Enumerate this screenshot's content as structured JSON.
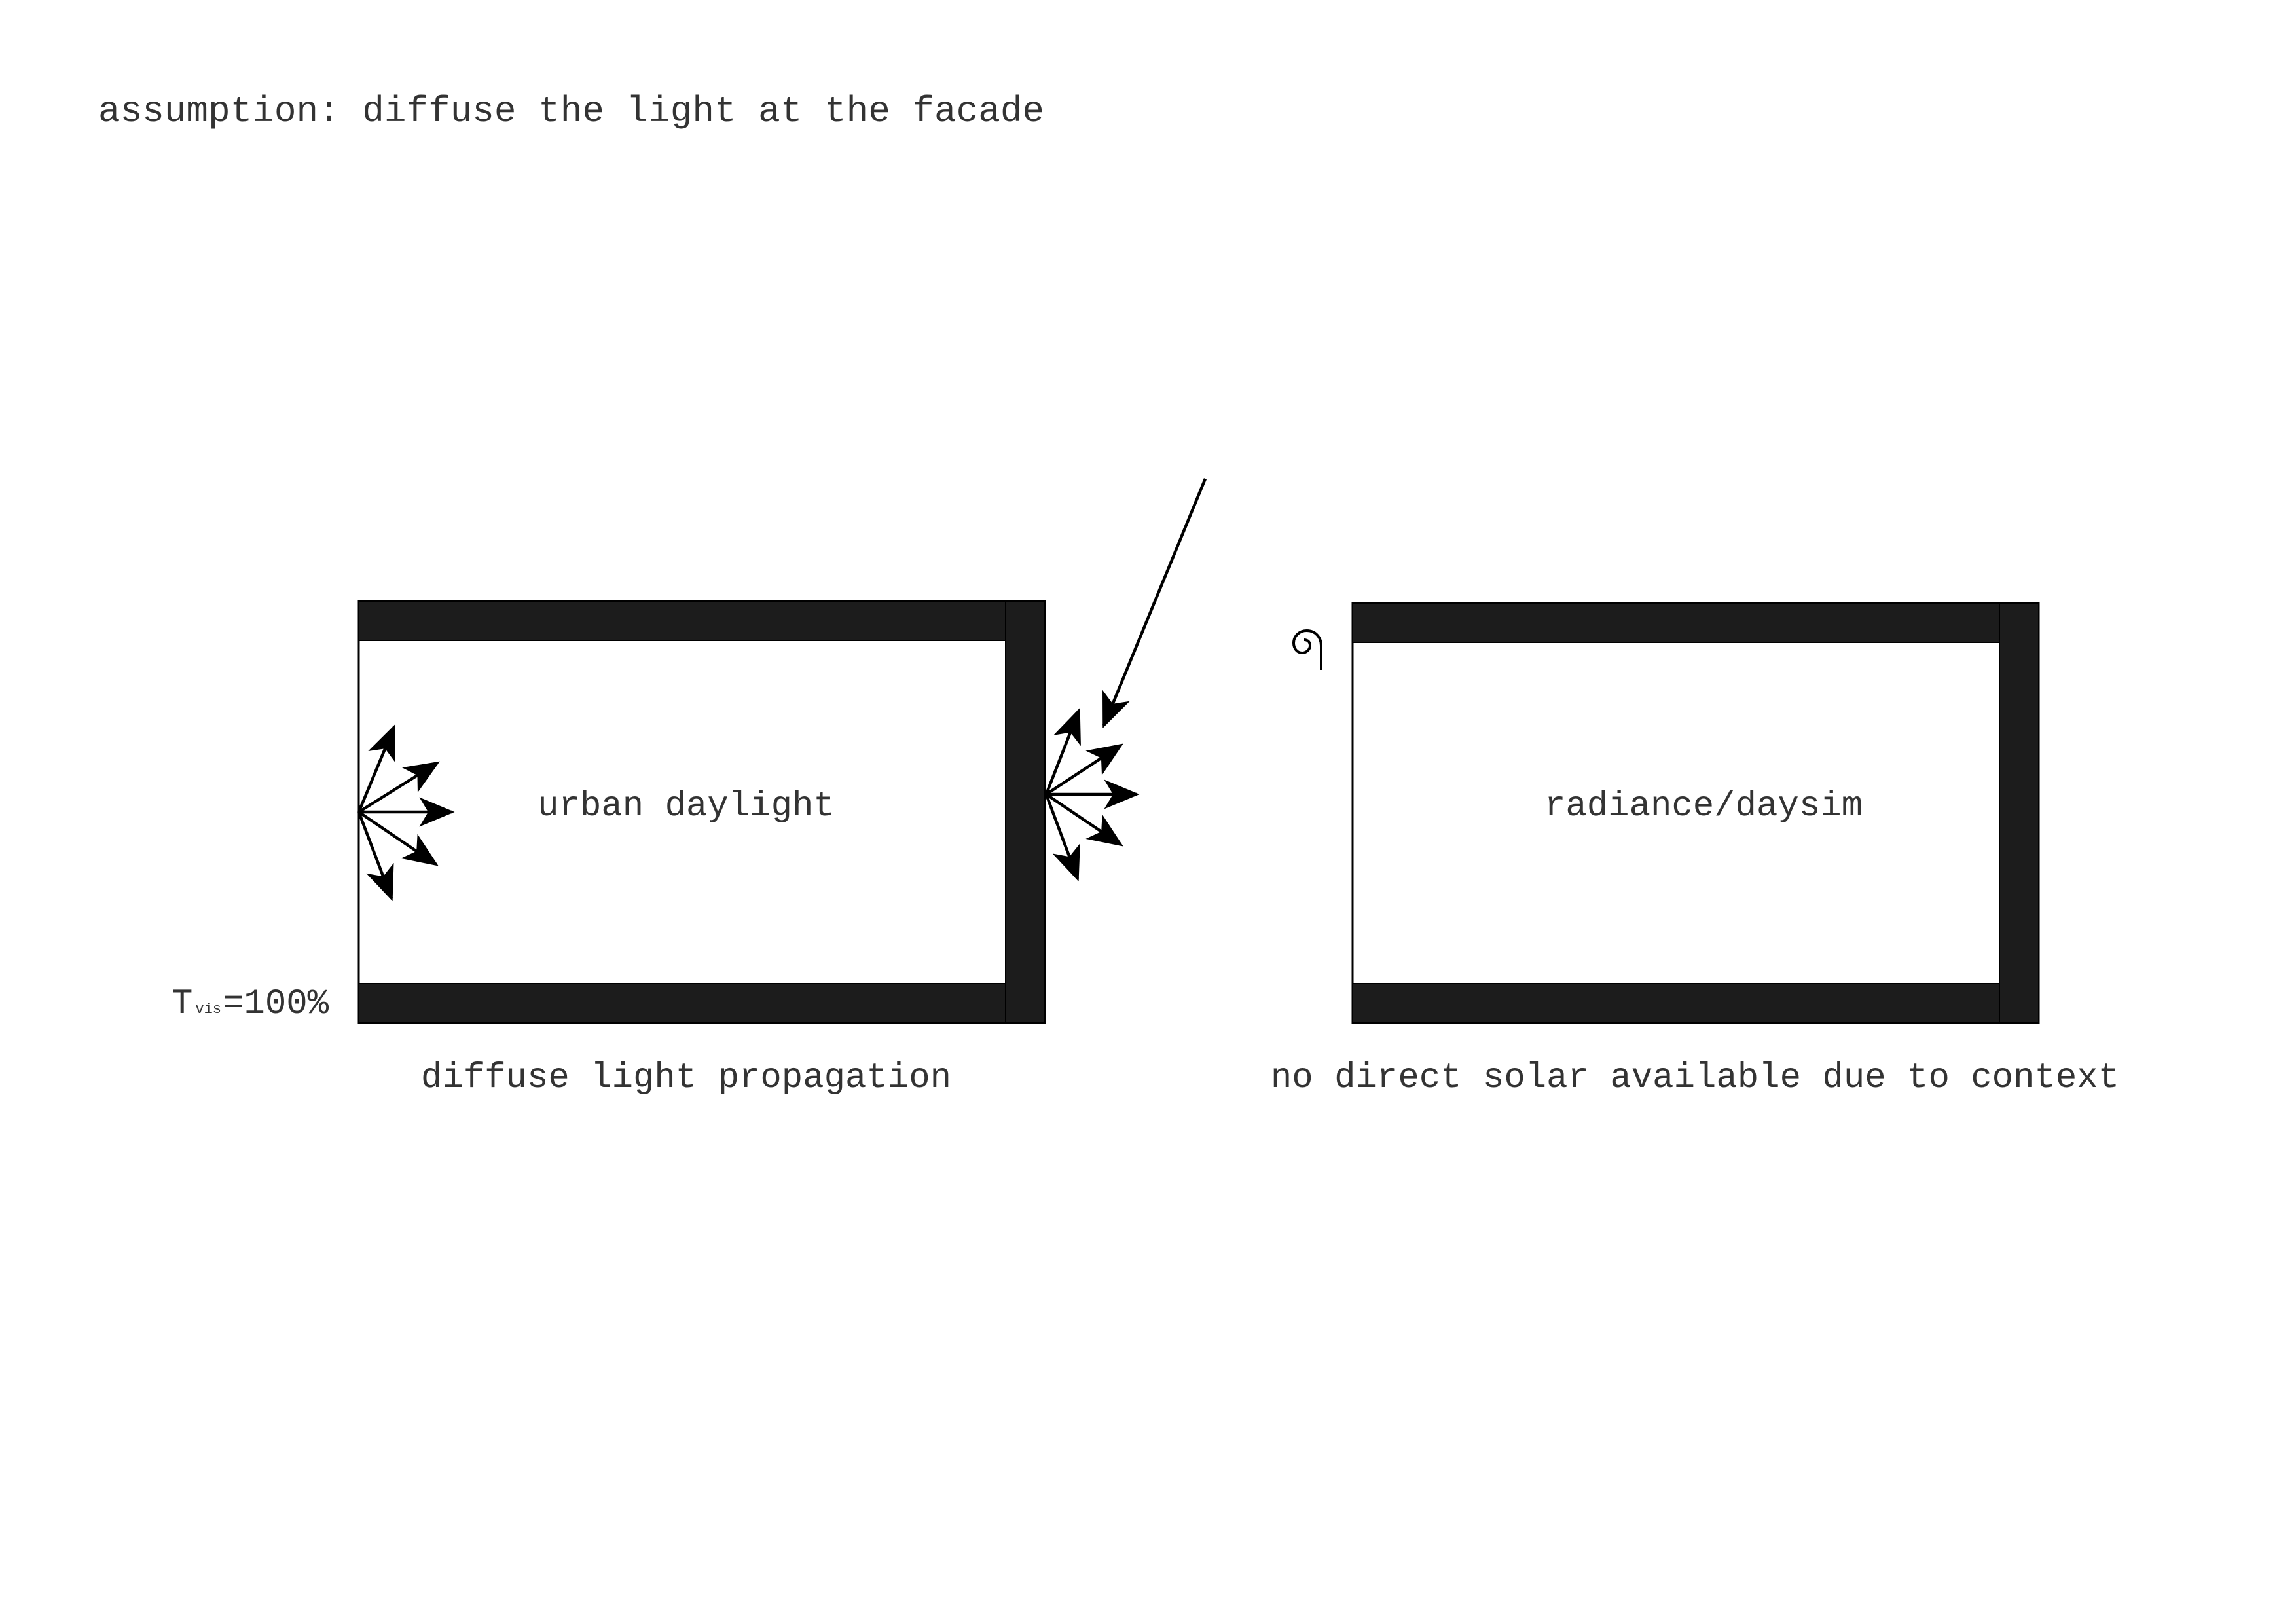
{
  "heading": "assumption: diffuse the light at the facade",
  "left_panel": {
    "center_label": "urban daylight",
    "caption": "diffuse light propagation",
    "transmittance": {
      "symbol": "T",
      "subscript": "vis",
      "value": "=100%"
    }
  },
  "right_panel": {
    "center_label": "radiance/daysim",
    "caption": "no direct solar available due to context"
  },
  "icons": [
    "arrow-fan-icon",
    "sun-ray-arrow-icon",
    "spiral-icon"
  ],
  "colors": {
    "wall": "#1c1c1c",
    "line": "#000000",
    "text": "#333333"
  }
}
